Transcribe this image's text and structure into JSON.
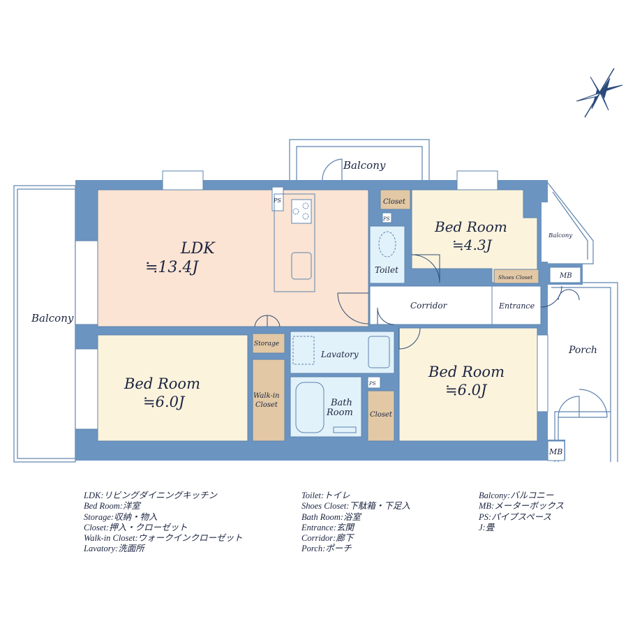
{
  "colors": {
    "wall": "#6b94c1",
    "ldk": "#fbe4d3",
    "bedroom": "#fcf3dd",
    "closet": "#e2c8a4",
    "wet": "#e2f2fa",
    "line": "#5d83ad"
  },
  "rooms": {
    "ldk": {
      "name": "LDK",
      "size": "≒13.4J"
    },
    "bed_left": {
      "name": "Bed Room",
      "size": "≒6.0J"
    },
    "bed_top_right": {
      "name": "Bed Room",
      "size": "≒4.3J"
    },
    "bed_right": {
      "name": "Bed Room",
      "size": "≒6.0J"
    },
    "storage": "Storage",
    "walkin": [
      "Walk-in",
      "Closet"
    ],
    "lavatory": "Lavatory",
    "bath": [
      "Bath",
      "Room"
    ],
    "closet_top": "Closet",
    "closet_bottom": "Closet",
    "toilet": "Toilet",
    "corridor": "Corridor",
    "entrance": "Entrance",
    "shoes_closet": "Shoes Closet",
    "mb_top": "MB",
    "mb_bottom": "MB",
    "porch": "Porch",
    "balcony_left": "Balcony",
    "balcony_top": "Balcony",
    "balcony_right": "Balcony",
    "ps_ldk": "PS",
    "ps_toilet": "PS",
    "ps_closet": "PS"
  },
  "legend": {
    "col1": [
      "LDK:リビングダイニングキッチン",
      "Bed Room:洋室",
      "Storage:収納・物入",
      "Closet:押入・クローゼット",
      "Walk-in Closet:ウォークインクローゼット",
      "Lavatory:洗面所"
    ],
    "col2": [
      "Toilet:トイレ",
      "Shoes Closet:下駄箱・下足入",
      "Bath Room:浴室",
      "Entrance:玄関",
      "Corridor:廊下",
      "Porch:ポーチ"
    ],
    "col3": [
      "Balcony:バルコニー",
      "MB:メーターボックス",
      "PS:パイプスペース",
      "J:畳"
    ]
  }
}
